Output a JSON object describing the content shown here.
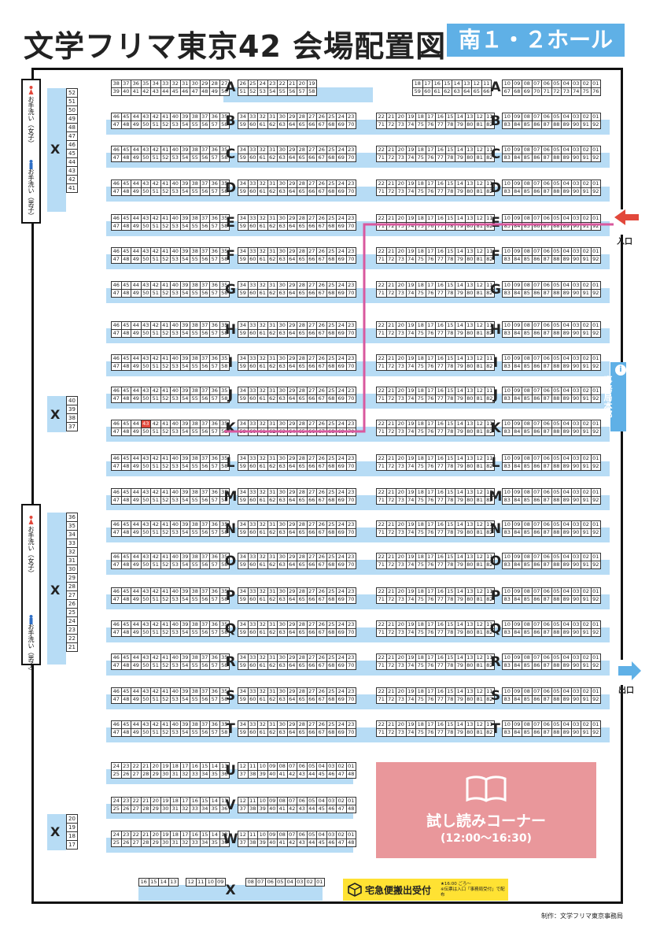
{
  "header": {
    "title": "文学フリマ東京42 会場配置図",
    "hall": "南１・２ホール"
  },
  "toilets": {
    "women": "お手洗い（女子）",
    "men": "お手洗い（男子）"
  },
  "x_label": "X",
  "x_blocks": [
    {
      "nums": [
        "52",
        "51",
        "50",
        "49",
        "48",
        "47",
        "46",
        "45",
        "44",
        "43",
        "42",
        "41"
      ]
    },
    {
      "nums": [
        "40",
        "39",
        "38",
        "37"
      ]
    },
    {
      "nums": [
        "36",
        "35",
        "34",
        "33",
        "32",
        "31",
        "30",
        "29",
        "28",
        "27",
        "26",
        "25",
        "24",
        "23",
        "22",
        "21"
      ]
    },
    {
      "nums": [
        "20",
        "19",
        "18",
        "17"
      ]
    }
  ],
  "rows_A": {
    "letter": "A",
    "s1_top": [
      "38",
      "37",
      "36",
      "35",
      "34",
      "33",
      "32",
      "31",
      "30",
      "29",
      "28",
      "27"
    ],
    "s1_bot": [
      "39",
      "40",
      "41",
      "42",
      "43",
      "44",
      "45",
      "46",
      "47",
      "48",
      "49",
      "50"
    ],
    "s2_top": [
      "26",
      "25",
      "24",
      "23",
      "22",
      "21",
      "20",
      "19"
    ],
    "s2_bot": [
      "51",
      "52",
      "53",
      "54",
      "55",
      "56",
      "57",
      "58"
    ],
    "s3_top": [
      "18",
      "17",
      "16",
      "15",
      "14",
      "13",
      "12",
      "11"
    ],
    "s3_bot": [
      "59",
      "60",
      "61",
      "62",
      "63",
      "64",
      "65",
      "66"
    ],
    "s4_top": [
      "10",
      "09",
      "08",
      "07",
      "06",
      "05",
      "04",
      "03",
      "02",
      "01"
    ],
    "s4_bot": [
      "67",
      "68",
      "69",
      "70",
      "71",
      "72",
      "73",
      "74",
      "75",
      "76"
    ]
  },
  "std_rows": {
    "letters": [
      "B",
      "C",
      "D",
      "E",
      "F",
      "G",
      "H",
      "I",
      "J",
      "K",
      "L",
      "M",
      "N",
      "O",
      "P",
      "Q",
      "R",
      "S",
      "T"
    ],
    "s1_top": [
      "46",
      "45",
      "44",
      "43",
      "42",
      "41",
      "40",
      "39",
      "38",
      "37",
      "36",
      "35"
    ],
    "s1_bot": [
      "47",
      "48",
      "49",
      "50",
      "51",
      "52",
      "53",
      "54",
      "55",
      "56",
      "57",
      "58"
    ],
    "s2_top": [
      "34",
      "33",
      "32",
      "31",
      "30",
      "29",
      "28",
      "27",
      "26",
      "25",
      "24",
      "23"
    ],
    "s2_bot": [
      "59",
      "60",
      "61",
      "62",
      "63",
      "64",
      "65",
      "66",
      "67",
      "68",
      "69",
      "70"
    ],
    "s3_top": [
      "22",
      "21",
      "20",
      "19",
      "18",
      "17",
      "16",
      "15",
      "14",
      "13",
      "12",
      "11"
    ],
    "s3_bot": [
      "71",
      "72",
      "73",
      "74",
      "75",
      "76",
      "77",
      "78",
      "79",
      "80",
      "81",
      "82"
    ],
    "s4_top": [
      "10",
      "09",
      "08",
      "07",
      "06",
      "05",
      "04",
      "03",
      "02",
      "01"
    ],
    "s4_bot": [
      "83",
      "84",
      "85",
      "86",
      "87",
      "88",
      "89",
      "90",
      "91",
      "92"
    ]
  },
  "uvw_rows": {
    "letters": [
      "U",
      "V",
      "W"
    ],
    "s1_top": [
      "24",
      "23",
      "22",
      "21",
      "20",
      "19",
      "18",
      "17",
      "16",
      "15",
      "14",
      "13"
    ],
    "s1_bot": [
      "25",
      "26",
      "27",
      "28",
      "29",
      "30",
      "31",
      "32",
      "33",
      "34",
      "35",
      "36"
    ],
    "s2_top": [
      "12",
      "11",
      "10",
      "09",
      "08",
      "07",
      "06",
      "05",
      "04",
      "03",
      "02",
      "01"
    ],
    "s2_bot": [
      "37",
      "38",
      "39",
      "40",
      "41",
      "42",
      "43",
      "44",
      "45",
      "46",
      "47",
      "48"
    ]
  },
  "bottom_x": {
    "letter": "X",
    "g1": [
      "16",
      "15",
      "14",
      "13"
    ],
    "g2": [
      "12",
      "11",
      "10",
      "09"
    ],
    "g3": [
      "08",
      "07",
      "06",
      "05",
      "04",
      "03",
      "02",
      "01"
    ]
  },
  "highlight": {
    "row": "K",
    "seat": "43",
    "color": "#e2483b"
  },
  "route_color": "#d9589e",
  "entrance": "入口",
  "exit": "出口",
  "hq": "事務局本部",
  "info_icon": "i",
  "reading": {
    "name": "試し読みコーナー",
    "time": "(12:00〜16:30)"
  },
  "delivery": {
    "label": "宅急便搬出受付",
    "note1": "★16:00 ごろ〜",
    "note2": "※伝票は入口「事務局受付」で配布"
  },
  "credit": "制作：文学フリマ東京事務局",
  "colors": {
    "aisle": "#b7dcf5",
    "hall_badge": "#5fb0e6",
    "reading": "#e9979b",
    "delivery": "#ffe233",
    "entrance_arrow": "#e2483b",
    "exit_arrow": "#5fb0e6"
  }
}
